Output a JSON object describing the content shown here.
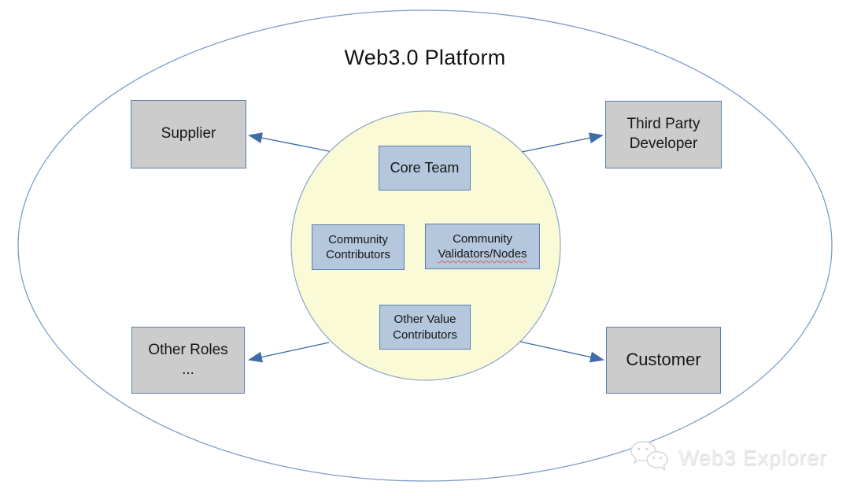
{
  "title": "Web3.0 Platform",
  "colors": {
    "ellipse_stroke": "#7c9cc8",
    "circle_fill": "#fbfad7",
    "circle_stroke": "#8aa6c9",
    "blue_box_fill": "#b4c7dc",
    "blue_box_stroke": "#5b7fae",
    "gray_box_fill": "#cccccc",
    "gray_box_stroke": "#5b7fae",
    "arrow": "#3e6da8",
    "watermark_color": "#efefef",
    "watermark_stroke": "#d8d8d8"
  },
  "center_group": {
    "nodes": [
      {
        "id": "core-team",
        "lines": [
          "Core Team"
        ]
      },
      {
        "id": "community-contributors",
        "lines": [
          "Community",
          "Contributors"
        ]
      },
      {
        "id": "community-validators-nodes",
        "lines": [
          "Community",
          "Validators/Nodes"
        ]
      },
      {
        "id": "other-value-contributors",
        "lines": [
          "Other Value",
          "Contributors"
        ]
      }
    ]
  },
  "outer_nodes": [
    {
      "id": "supplier",
      "lines": [
        "Supplier"
      ]
    },
    {
      "id": "third-party-developer",
      "lines": [
        "Third Party",
        "Developer"
      ]
    },
    {
      "id": "other-roles",
      "lines": [
        "Other Roles",
        "..."
      ]
    },
    {
      "id": "customer",
      "lines": [
        "Customer"
      ]
    }
  ],
  "watermark": {
    "icon": "wechat-icon",
    "label": "Web3 Explorer"
  }
}
